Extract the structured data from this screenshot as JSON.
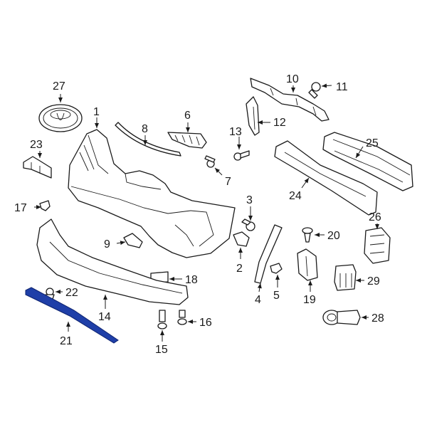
{
  "colors": {
    "line": "#1a1a1a",
    "highlight": "#1f3fa8",
    "background": "#ffffff"
  },
  "callouts": {
    "c1": "1",
    "c2": "2",
    "c3": "3",
    "c4": "4",
    "c5": "5",
    "c6": "6",
    "c7": "7",
    "c8": "8",
    "c9": "9",
    "c10": "10",
    "c11": "11",
    "c12": "12",
    "c13": "13",
    "c14": "14",
    "c15": "15",
    "c16": "16",
    "c17": "17",
    "c18": "18",
    "c19": "19",
    "c20": "20",
    "c21": "21",
    "c22": "22",
    "c23": "23",
    "c24": "24",
    "c25": "25",
    "c26": "26",
    "c27": "27",
    "c28": "28",
    "c29": "29"
  },
  "highlighted_part": "21"
}
